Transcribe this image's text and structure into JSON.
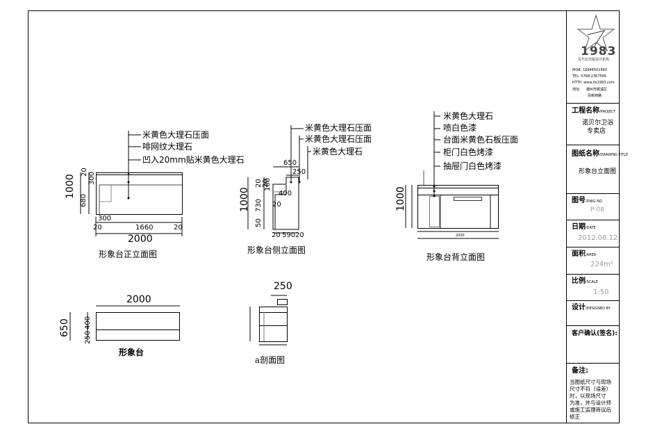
{
  "logo": {
    "number": "1983",
    "tagline": "互与达鸿锐设计机构"
  },
  "contact": {
    "mob": "MOB: 18948501983",
    "tel": "TEL: 0768-2367565",
    "http": "HTTP: www.hx1983.com",
    "addr_label": "地址:",
    "addr_line1": "潮州市枫溪区",
    "addr_line2": "凤新西路"
  },
  "title_block": {
    "project_label": "工程名称",
    "project_sub": "/PROJECT",
    "project_value_1": "诺贝尔卫浴",
    "project_value_2": "专卖店",
    "drawing_label": "图纸名称",
    "drawing_sub": "/DRAWING TITLE",
    "drawing_value": "形象台立面图",
    "dwgno_label": "图号",
    "dwgno_sub": "/DWG NO.",
    "dwgno_value": "P-08",
    "date_label": "日期",
    "date_sub": "/DATE",
    "date_value": "2012.08.12",
    "area_label": "面积",
    "area_sub": "/AREA",
    "area_value": "224m²",
    "scale_label": "比例",
    "scale_sub": "/SCALE",
    "scale_value": "1:50",
    "design_label": "设计",
    "design_sub": "/DESIGNED BY",
    "client_label": "客户确认(签名):",
    "note_label": "备注:",
    "note_lines": [
      "当图纸尺寸与现场",
      "尺寸不符（误差）",
      "时，以现场尺寸",
      "为准，并与设计师",
      "或施工监理商议后",
      "修正"
    ]
  },
  "front": {
    "labels": [
      "米黄色大理石压面",
      "啡网纹大理石",
      "凹入20mm贴米黄色大理石"
    ],
    "dim_h": "1000",
    "dim_20": "20",
    "dim_300v": "300",
    "dim_680": "680",
    "dim_300h": "300",
    "dim_l20": "20",
    "dim_1660": "1660",
    "dim_r20": "20",
    "dim_2000": "2000",
    "title": "形象台正立面图"
  },
  "side": {
    "labels": [
      "米黄色大理石压面",
      "米黄色大理石压面",
      "米黄色大理石"
    ],
    "dim_650": "650",
    "dim_250": "250",
    "dim_1000": "1000",
    "dim_20a": "20",
    "dim_20b": "20",
    "dim_180": "180",
    "dim_400": "400",
    "dim_730": "730",
    "dim_20c": "20",
    "dim_50": "50",
    "dim_b20": "20",
    "dim_590": "590",
    "dim_b20r": "20",
    "title": "形象台侧立面图"
  },
  "back": {
    "labels": [
      "米黄色大理石",
      "喷白色漆",
      "台面米黄色石板压面",
      "柜门白色烤漆",
      "抽屉门白色烤漆"
    ],
    "dim_1000": "1000",
    "dim_2000": "2000",
    "title": "形象台背立面图"
  },
  "plan": {
    "dim_2000": "2000",
    "dim_650": "650",
    "dim_400": "400",
    "dim_250": "250",
    "title": "形象台"
  },
  "section": {
    "dim_250": "250",
    "title": "a剖面图"
  }
}
